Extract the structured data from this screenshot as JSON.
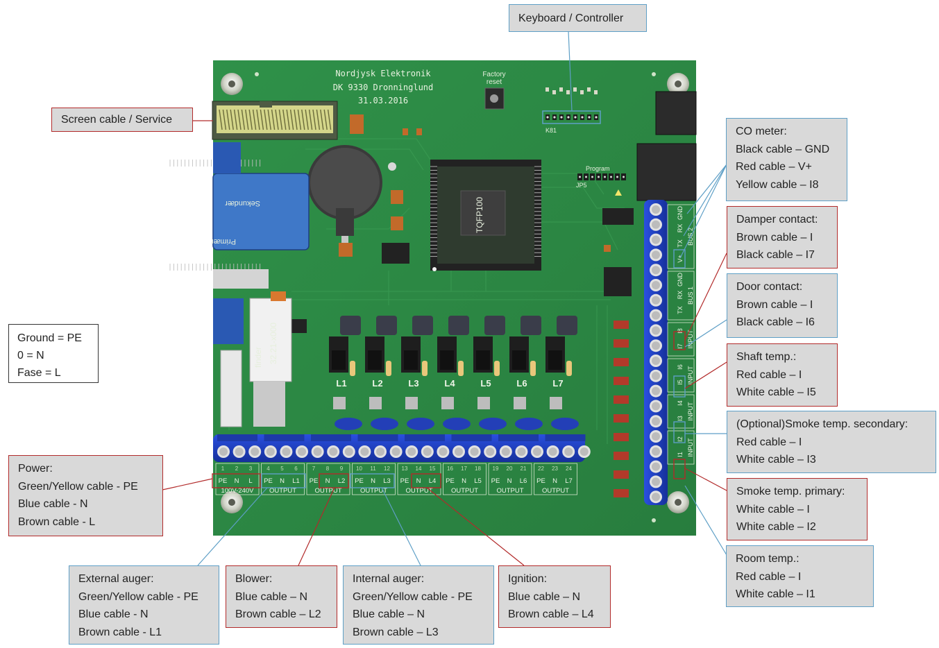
{
  "board": {
    "maker_lines": [
      "Nordjysk Elektronik",
      "DK 9330 Dronninglund",
      "31.03.2016"
    ],
    "factory_reset_lines": [
      "Factory",
      "reset"
    ],
    "kb_header_label": "K81",
    "program_label": "Program",
    "jp5_label": "JP5",
    "chip_label": "TQFP100",
    "relay_brand": "finder",
    "relay_model": "32.21-x000",
    "transformer_label_1": "Sekundær",
    "transformer_label_2": "Primær",
    "relay_outputs": [
      "L1",
      "L2",
      "L3",
      "L4",
      "L5",
      "L6",
      "L7"
    ],
    "bottom_terminal_groups": [
      {
        "pins": [
          "PE",
          "N",
          "L"
        ],
        "caption": "100V-240V"
      },
      {
        "pins": [
          "PE",
          "N",
          "L1"
        ],
        "caption": "OUTPUT"
      },
      {
        "pins": [
          "PE",
          "N",
          "L2"
        ],
        "caption": "OUTPUT"
      },
      {
        "pins": [
          "PE",
          "N",
          "L3"
        ],
        "caption": "OUTPUT"
      },
      {
        "pins": [
          "PE",
          "N",
          "L4"
        ],
        "caption": "OUTPUT"
      },
      {
        "pins": [
          "PE",
          "N",
          "L5"
        ],
        "caption": "OUTPUT"
      },
      {
        "pins": [
          "PE",
          "N",
          "L6"
        ],
        "caption": "OUTPUT"
      },
      {
        "pins": [
          "PE",
          "N",
          "L7"
        ],
        "caption": "OUTPUT"
      }
    ],
    "bottom_pin_numbers": [
      "1",
      "2",
      "3",
      "4",
      "5",
      "6",
      "7",
      "8",
      "9",
      "10",
      "11",
      "12",
      "13",
      "14",
      "15",
      "16",
      "17",
      "18",
      "19",
      "20",
      "21",
      "22",
      "23",
      "24"
    ],
    "right_terminal_groups": [
      {
        "pins": [
          "GND",
          "RX",
          "TX",
          "V+"
        ],
        "caption": "BUS 2"
      },
      {
        "pins": [
          "GND",
          "RX",
          "TX"
        ],
        "caption": "BUS 1"
      },
      {
        "pins": [
          "I8",
          "I7"
        ],
        "caption": "INPUT"
      },
      {
        "pins": [
          "I6",
          "I5"
        ],
        "caption": "INPUT"
      },
      {
        "pins": [
          "I4",
          "I3"
        ],
        "caption": "INPUT"
      },
      {
        "pins": [
          "I2",
          "I1"
        ],
        "caption": "INPUT"
      }
    ]
  },
  "legend": [
    "Ground = PE",
    "0 = N",
    "Fase = L"
  ],
  "callouts": {
    "keyboard": [
      "Keyboard / Controller"
    ],
    "screen": [
      "Screen cable / Service"
    ],
    "co_meter": [
      "CO meter:",
      "Black cable – GND",
      "Red cable – V+",
      "Yellow cable – I8"
    ],
    "damper": [
      "Damper contact:",
      "Brown cable – I",
      "Black cable – I7"
    ],
    "door": [
      "Door contact:",
      "Brown cable – I",
      "Black cable – I6"
    ],
    "shaft": [
      "Shaft temp.:",
      "Red cable – I",
      "White cable – I5"
    ],
    "smoke_secondary": [
      "(Optional)Smoke temp. secondary:",
      "Red cable – I",
      "White cable – I3"
    ],
    "smoke_primary": [
      "Smoke temp. primary:",
      "White cable – I",
      "White cable – I2"
    ],
    "room": [
      "Room temp.:",
      "Red cable – I",
      "White cable – I1"
    ],
    "power": [
      "Power:",
      "Green/Yellow cable - PE",
      "Blue cable - N",
      "Brown cable - L"
    ],
    "external_auger": [
      "External auger:",
      "Green/Yellow cable - PE",
      "Blue cable - N",
      "Brown cable - L1"
    ],
    "blower": [
      "Blower:",
      "Blue cable – N",
      "Brown cable – L2"
    ],
    "internal_auger": [
      "Internal auger:",
      "Green/Yellow cable - PE",
      "Blue cable – N",
      "Brown cable – L3"
    ],
    "ignition": [
      "Ignition:",
      "Blue cable – N",
      "Brown cable – L4"
    ]
  },
  "colors": {
    "pcb": "#2f8a45",
    "terminal_blue": "#1f3fc4",
    "callout_red": "#b22a2a",
    "callout_blue": "#5e9fc6",
    "callout_fill": "#d9d9d9"
  }
}
